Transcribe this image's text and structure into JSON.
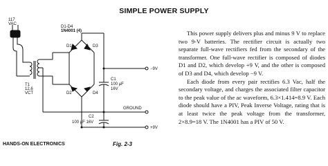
{
  "title": "SIMPLE POWER SUPPLY",
  "schematic": {
    "mains_label_1": "117",
    "mains_label_2": "VAC",
    "diodes_label_1": "D1-D4",
    "diodes_label_2": "1N4001 (4)",
    "transformer_label_1": "T1",
    "transformer_label_2": "12.6",
    "transformer_label_3": "VCT",
    "d1": "D1",
    "d2": "D2",
    "d3": "D3",
    "d4": "D4",
    "c1_name": "C1",
    "c1_value": "100 µF",
    "c1_voltage": "16V",
    "c2_name": "C2",
    "c2_value": "100 µF 16V",
    "out_neg": "−9V",
    "ground": "GROUND",
    "out_pos": "+9V"
  },
  "paragraphs": [
    "This power supply delivers plus and minus 9 V to replace two 9-V batteries. The rectifier circuit is actually two separate full-wave rectifiers fed from the secondary of the transformer. One full-wave rectifier is composed of diodes D1 and D2, which develop +9 V, and the other is composed of D3 and D4, which develop −9 V.",
    "Each diode from every pair rectifies 6.3 Vac, half the secondary voltage, and charges the associated filter capacitor to the peak value of the ac waveform, 6.3×1.414=8.9 V. Each diode should have a PIV, Peak Inverse Voltage, rating that is at least twice the peak voltage from the transformer, 2×8.9=18 V. The 1N4001 has a PIV of 50 V."
  ],
  "footer": {
    "source": "HANDS-ON ELECTRONICS",
    "figure": "Fig. 2-3"
  }
}
